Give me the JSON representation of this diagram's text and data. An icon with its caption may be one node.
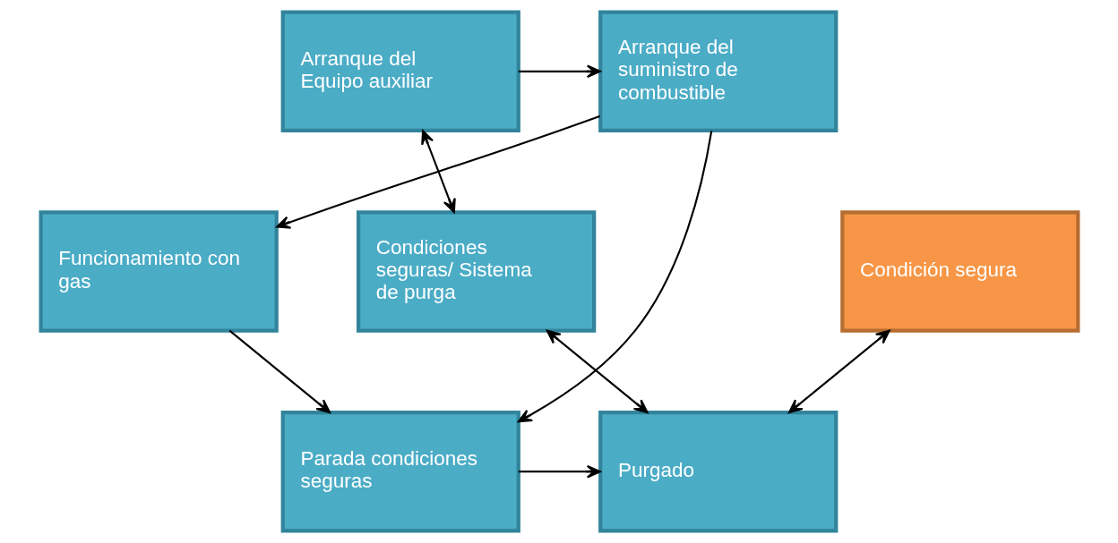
{
  "diagram": {
    "nodes": [
      {
        "text": [
          "Arranque del Equipo auxiliar"
        ]
      },
      {
        "text": [
          "Arranque del suministro de combustible"
        ]
      },
      {
        "text": [
          "Condiciones seguras/ Sistema de purga"
        ]
      },
      {
        "text": [
          "Condición segura"
        ]
      },
      {
        "text": [
          "Funcionamiento con gas"
        ]
      },
      {
        "text": [
          "Purgado"
        ]
      },
      {
        "text": [
          "Parada condiciones seguras"
        ]
      }
    ],
    "edges": [
      {
        "from": 0,
        "to": 1,
        "arrow": "to"
      },
      {
        "from": 1,
        "to": 4,
        "arrow": "to"
      },
      {
        "from": 1,
        "to": 6,
        "arrow": "to"
      },
      {
        "from": 4,
        "to": 6,
        "arrow": "to"
      },
      {
        "from": 6,
        "to": 5,
        "arrow": "to"
      },
      {
        "from": 0,
        "to": 2,
        "arrow": "both"
      },
      {
        "from": 2,
        "to": 5,
        "arrow": "both"
      },
      {
        "from": 3,
        "to": 5,
        "arrow": "both"
      }
    ]
  }
}
